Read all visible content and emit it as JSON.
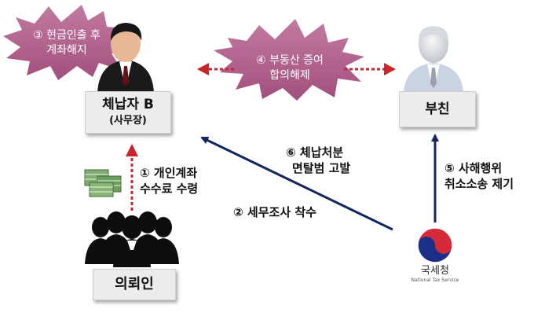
{
  "colors": {
    "burst": "#b05f8a",
    "navy": "#14255e",
    "red": "#c8252c",
    "box_bg": "#ececec"
  },
  "taxpayer": {
    "name": "체납자 B",
    "role": "(사무장)"
  },
  "father": {
    "name": "부친"
  },
  "client": {
    "name": "의뢰인"
  },
  "nts": {
    "name": "국세청",
    "name_en": "National Tax Service"
  },
  "burst_cash": {
    "line1": "③ 현금인출 후",
    "line2": "계좌해지"
  },
  "burst_realestate": {
    "line1": "④ 부동산 증여",
    "line2": "합의해제"
  },
  "step1": {
    "line1": "① 개인계좌",
    "line2": "수수료 수령"
  },
  "step2": {
    "text": "② 세무조사 착수"
  },
  "step5": {
    "line1": "⑤ 사해행위",
    "line2": "취소소송 제기"
  },
  "step6": {
    "line1": "⑥ 체납처분",
    "line2": "면탈범 고발"
  },
  "icons": [
    "person-suit-icon",
    "elderly-person-icon",
    "group-people-icon",
    "money-stack-icon",
    "nts-emblem-icon"
  ]
}
